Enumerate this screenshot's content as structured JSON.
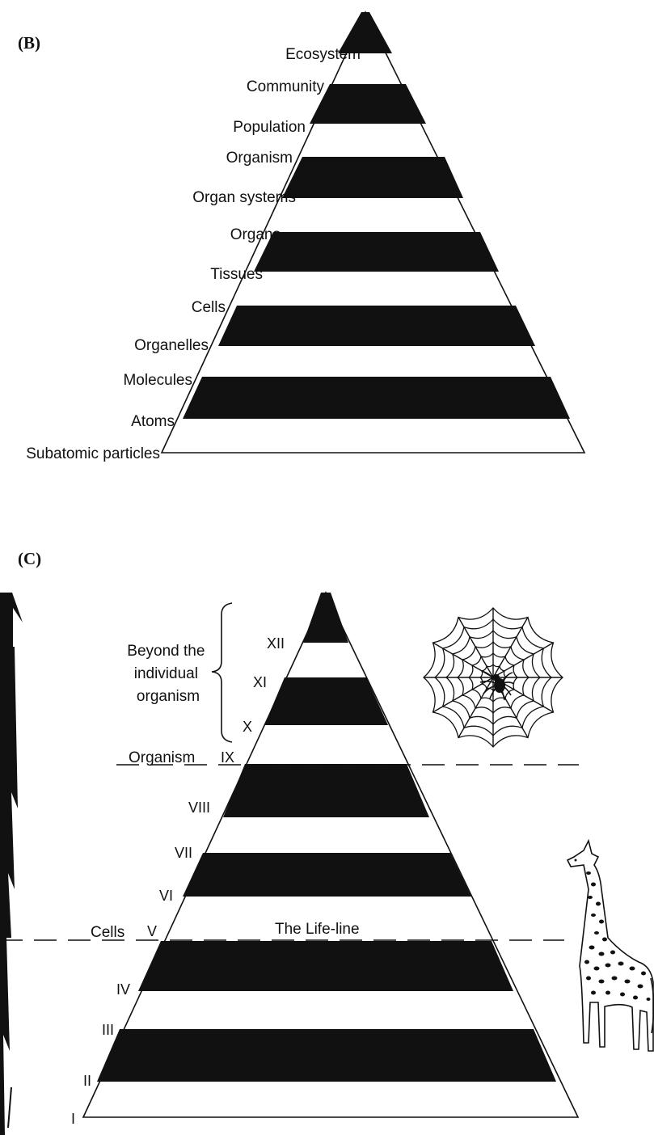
{
  "panel_b": {
    "tag": "(B)",
    "levels": [
      "Subatomic particles",
      "Atoms",
      "Molecules",
      "Organelles",
      "Cells",
      "Tissues",
      "Organs",
      "Organ systems",
      "Organism",
      "Population",
      "Community",
      "Ecosystem"
    ]
  },
  "panel_c": {
    "tag": "(C)",
    "levels": [
      "I",
      "II",
      "III",
      "IV",
      "V",
      "VI",
      "VII",
      "VIII",
      "IX",
      "X",
      "XI",
      "XII"
    ],
    "brace_label": [
      "Beyond the",
      "individual",
      "organism"
    ],
    "organism_label": "Organism",
    "cells_label": "Cells",
    "life_line_label": "The Life-line"
  },
  "icons": [
    "arrow-up-icon",
    "spider-web-icon",
    "giraffe-icon"
  ],
  "colors": {
    "ink": "#111111",
    "paper": "#ffffff"
  }
}
